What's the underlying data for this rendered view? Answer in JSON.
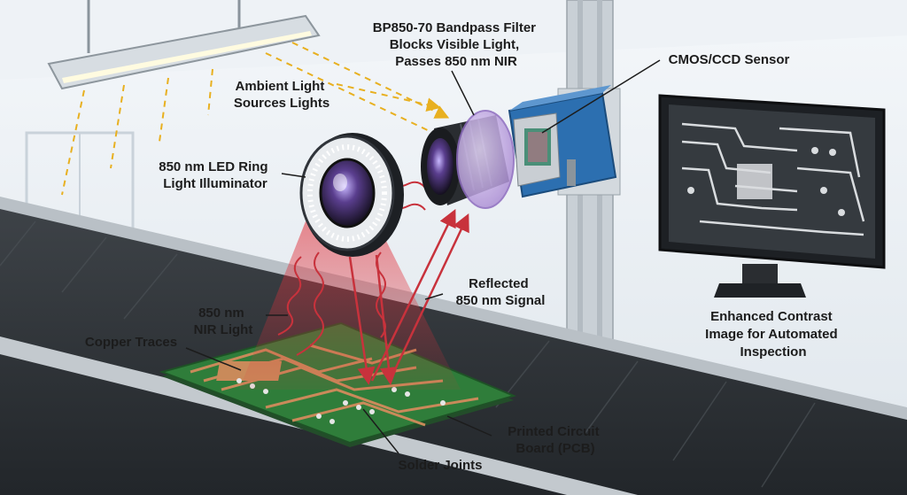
{
  "labels": {
    "filter": [
      "BP850-70 Bandpass Filter",
      "Blocks Visible Light,",
      "Passes 850 nm NIR"
    ],
    "sensor": [
      "CMOS/CCD Sensor"
    ],
    "ambient": [
      "Ambient Light",
      "Sources Lights"
    ],
    "ring_light": [
      "850 nm LED Ring",
      "Light Illuminator"
    ],
    "reflected": [
      "Reflected",
      "850 nm Signal"
    ],
    "nir_light": [
      "850 nm",
      "NIR Light"
    ],
    "copper": [
      "Copper Traces"
    ],
    "pcb": [
      "Printed Circuit",
      "Board (PCB)"
    ],
    "solder": [
      "Solder Joints"
    ],
    "output": [
      "Enhanced Contrast",
      "Image for Automated",
      "Inspection"
    ]
  },
  "colors": {
    "nir_red": "#c8323c",
    "ambient_yellow": "#e8b020",
    "pcb_green": "#2f7d3a",
    "copper": "#c98a5a",
    "camera_blue": "#2c6fb0",
    "filter_purple": "#b89ad8"
  }
}
